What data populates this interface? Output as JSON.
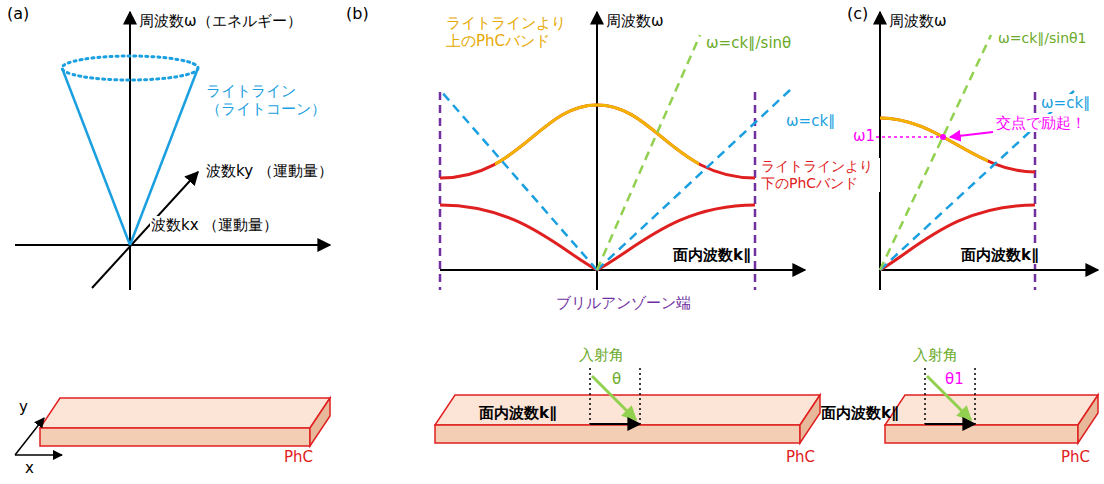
{
  "diagram": {
    "labels": [
      "(a)",
      "周波数ω（エネルギー）",
      "ライトライン （ライトコーン）",
      "波数ky （運動量）",
      "波数kx （運動量）",
      "y",
      "x",
      "PhC",
      "(b)",
      "周波数ω",
      "ライトラインより 上のPhCバンド",
      "ω=ck∥/sinθ",
      "ω=ck∥",
      "ライトラインより 下のPhCバンド",
      "面内波数k∥",
      "ブリルアンゾーン端",
      "入射角",
      "θ",
      "面内波数k∥",
      "PhC",
      "(c)",
      "周波数ω",
      "ω=ck∥/sinθ1",
      "ω=ck∥",
      "ω1",
      "交点で励起！",
      "面内波数k∥",
      "入射角",
      "θ1",
      "面内波数k∥",
      "PhC"
    ]
  }
}
